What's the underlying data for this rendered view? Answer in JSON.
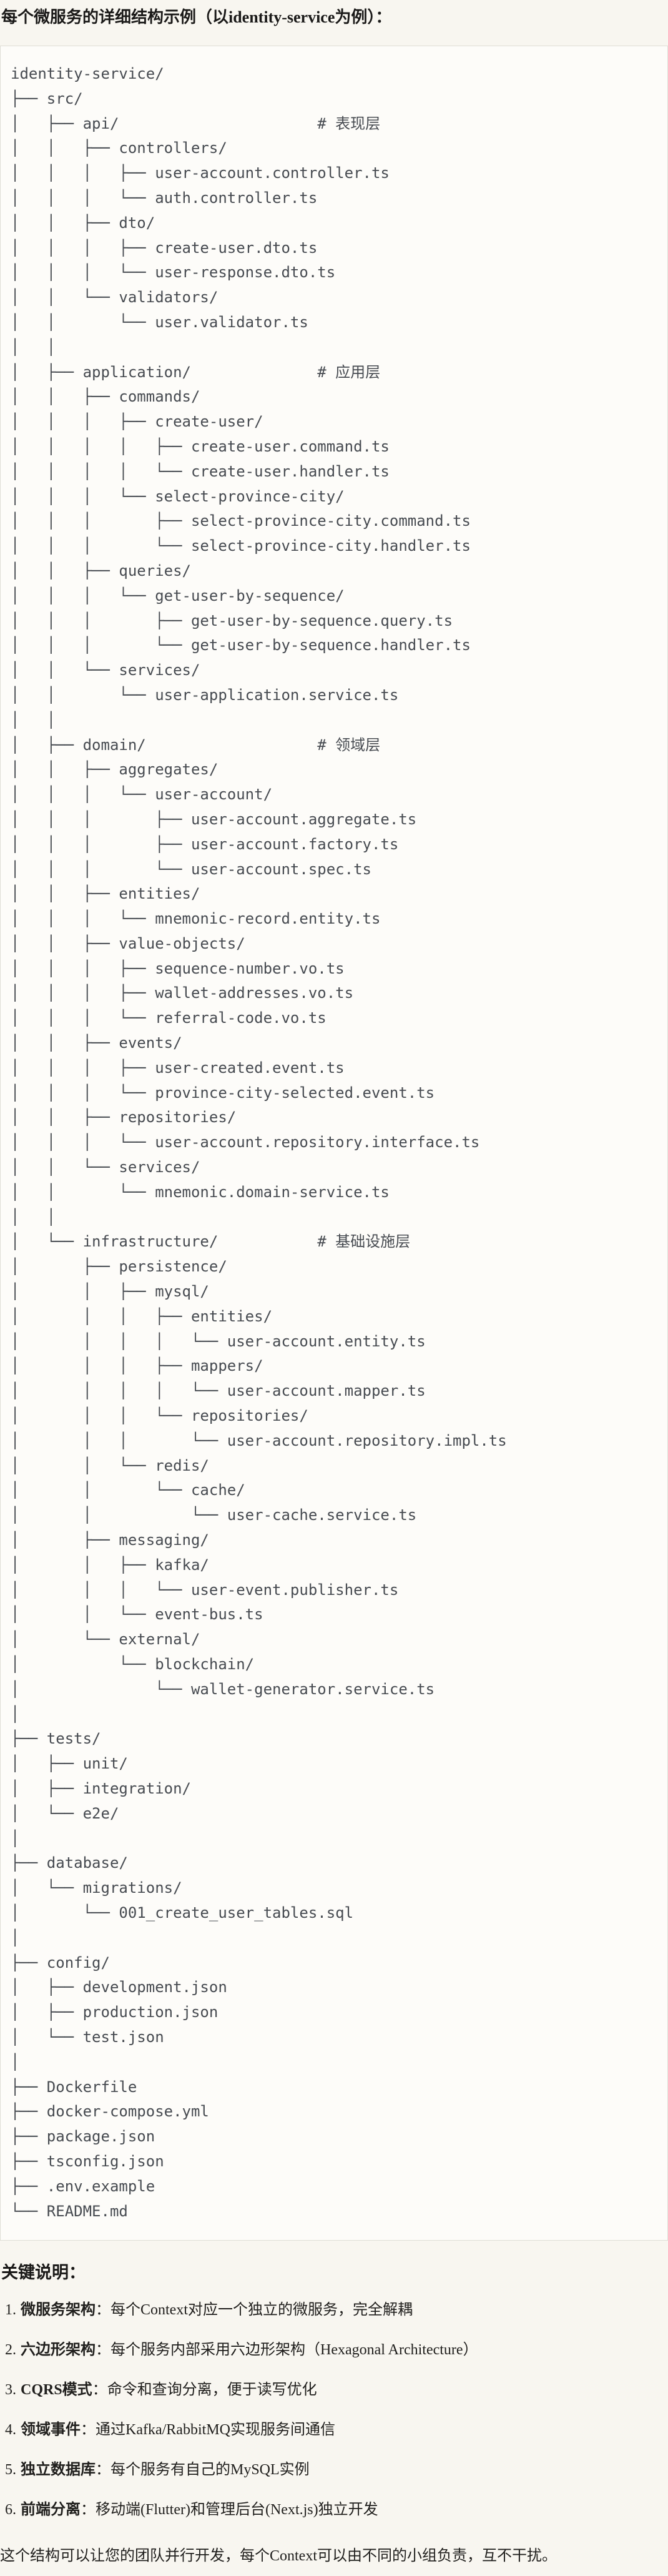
{
  "page": {
    "title": "每个微服务的详细结构示例（以identity-service为例）：",
    "tree": [
      "identity-service/",
      "├── src/",
      "│   ├── api/                      # 表现层",
      "│   │   ├── controllers/",
      "│   │   │   ├── user-account.controller.ts",
      "│   │   │   └── auth.controller.ts",
      "│   │   ├── dto/",
      "│   │   │   ├── create-user.dto.ts",
      "│   │   │   └── user-response.dto.ts",
      "│   │   └── validators/",
      "│   │       └── user.validator.ts",
      "│   │",
      "│   ├── application/              # 应用层",
      "│   │   ├── commands/",
      "│   │   │   ├── create-user/",
      "│   │   │   │   ├── create-user.command.ts",
      "│   │   │   │   └── create-user.handler.ts",
      "│   │   │   └── select-province-city/",
      "│   │   │       ├── select-province-city.command.ts",
      "│   │   │       └── select-province-city.handler.ts",
      "│   │   ├── queries/",
      "│   │   │   └── get-user-by-sequence/",
      "│   │   │       ├── get-user-by-sequence.query.ts",
      "│   │   │       └── get-user-by-sequence.handler.ts",
      "│   │   └── services/",
      "│   │       └── user-application.service.ts",
      "│   │",
      "│   ├── domain/                   # 领域层",
      "│   │   ├── aggregates/",
      "│   │   │   └── user-account/",
      "│   │   │       ├── user-account.aggregate.ts",
      "│   │   │       ├── user-account.factory.ts",
      "│   │   │       └── user-account.spec.ts",
      "│   │   ├── entities/",
      "│   │   │   └── mnemonic-record.entity.ts",
      "│   │   ├── value-objects/",
      "│   │   │   ├── sequence-number.vo.ts",
      "│   │   │   ├── wallet-addresses.vo.ts",
      "│   │   │   └── referral-code.vo.ts",
      "│   │   ├── events/",
      "│   │   │   ├── user-created.event.ts",
      "│   │   │   └── province-city-selected.event.ts",
      "│   │   ├── repositories/",
      "│   │   │   └── user-account.repository.interface.ts",
      "│   │   └── services/",
      "│   │       └── mnemonic.domain-service.ts",
      "│   │",
      "│   └── infrastructure/           # 基础设施层",
      "│       ├── persistence/",
      "│       │   ├── mysql/",
      "│       │   │   ├── entities/",
      "│       │   │   │   └── user-account.entity.ts",
      "│       │   │   ├── mappers/",
      "│       │   │   │   └── user-account.mapper.ts",
      "│       │   │   └── repositories/",
      "│       │   │       └── user-account.repository.impl.ts",
      "│       │   └── redis/",
      "│       │       └── cache/",
      "│       │           └── user-cache.service.ts",
      "│       ├── messaging/",
      "│       │   ├── kafka/",
      "│       │   │   └── user-event.publisher.ts",
      "│       │   └── event-bus.ts",
      "│       └── external/",
      "│           └── blockchain/",
      "│               └── wallet-generator.service.ts",
      "│",
      "├── tests/",
      "│   ├── unit/",
      "│   ├── integration/",
      "│   └── e2e/",
      "│",
      "├── database/",
      "│   └── migrations/",
      "│       └── 001_create_user_tables.sql",
      "│",
      "├── config/",
      "│   ├── development.json",
      "│   ├── production.json",
      "│   └── test.json",
      "│",
      "├── Dockerfile",
      "├── docker-compose.yml",
      "├── package.json",
      "├── tsconfig.json",
      "├── .env.example",
      "└── README.md"
    ],
    "notes": {
      "heading": "关键说明：",
      "items": [
        {
          "num": "1.",
          "label": "微服务架构",
          "sep": "：",
          "text": "每个Context对应一个独立的微服务，完全解耦"
        },
        {
          "num": "2.",
          "label": "六边形架构",
          "sep": "：",
          "text": "每个服务内部采用六边形架构（Hexagonal Architecture）"
        },
        {
          "num": "3.",
          "label": "CQRS模式",
          "sep": "：",
          "text": "命令和查询分离，便于读写优化"
        },
        {
          "num": "4.",
          "label": "领域事件",
          "sep": "：",
          "text": "通过Kafka/RabbitMQ实现服务间通信"
        },
        {
          "num": "5.",
          "label": "独立数据库",
          "sep": "：",
          "text": "每个服务有自己的MySQL实例"
        },
        {
          "num": "6.",
          "label": "前端分离",
          "sep": "：",
          "text": "移动端(Flutter)和管理后台(Next.js)独立开发"
        }
      ],
      "footer": "这个结构可以让您的团队并行开发，每个Context可以由不同的小组负责，互不干扰。"
    },
    "colors": {
      "page_bg": "#f8f6f0",
      "code_bg": "#fdfcf9",
      "code_border": "#deddd5",
      "code_text": "#474b51",
      "body_text": "#201f1d"
    }
  }
}
